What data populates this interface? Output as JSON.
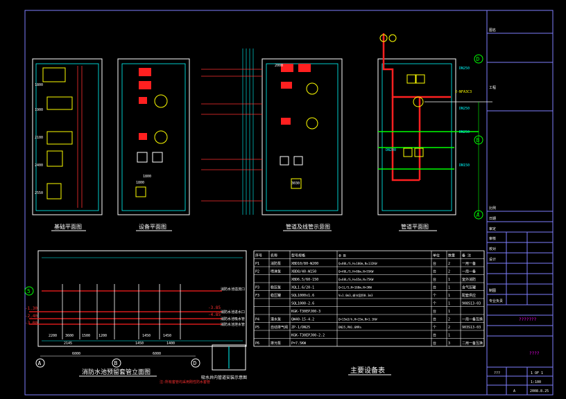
{
  "colors": {
    "background": "#000000",
    "frame": "#7f7fff",
    "pipe_red": "#ff2020",
    "cyan": "#00ffff",
    "yellow": "#ffff00",
    "green": "#00ff00",
    "magenta": "#ff00ff",
    "white": "#ffffff"
  },
  "plans": {
    "plan1_title": "基础平面图",
    "plan2_title": "设备平面图",
    "plan3_title": "管道及线管示意图",
    "plan4_title": "管道平面图"
  },
  "axis_labels": {
    "d": "D",
    "b": "B",
    "a": "A",
    "five": "5",
    "elev_a": "A",
    "elev_b": "B",
    "elev_d": "D"
  },
  "plan_dims": {
    "d1": "1800",
    "d2": "1900",
    "d3": "2100",
    "d4": "2400",
    "d5": "2550",
    "d6": "1800",
    "d7": "1800",
    "e1": "3030",
    "e2": "2000",
    "dn250a": "DN250",
    "dn250b": "DN250",
    "dn250c": "DN250",
    "nfa": "2-NFA3C3",
    "dn200": "DN200",
    "dn150": "DN150"
  },
  "elevation": {
    "title": "消防水池预留套管立面图",
    "subtitle": "吸水井内管道安装示意图",
    "note": "注:所有套管均采用刚性防水套管",
    "levels": [
      "-1.30",
      "-2.40",
      "-3.00",
      "-3.85",
      "-4.85"
    ],
    "dims": [
      "2200",
      "3600",
      "1500",
      "1200",
      "2145",
      "1450",
      "1450",
      "1450",
      "1400",
      "6000",
      "6000"
    ],
    "labels": [
      "消防水池溢流口",
      "消防水池进水口",
      "消防水池吸水管",
      "消防水池泄水管"
    ]
  },
  "table": {
    "title": "主要设备表",
    "headers": [
      "序号",
      "名称",
      "型号规格",
      "参 数",
      "单位",
      "数量",
      "备 注"
    ],
    "rows": [
      [
        "P1",
        "消防泵",
        "XBD10/80-W200",
        "Q=80L/S,H=100m,N=132KW",
        "台",
        "2",
        "一用一备"
      ],
      [
        "P2",
        "喷淋泵",
        "XBD8/40-W150",
        "Q=40L/S,H=80m,N=55KW",
        "台",
        "2",
        "一用一备"
      ],
      [
        "",
        "",
        "XBD6.5/60-150",
        "Q=60L/S,H=65m,N=75KW",
        "台",
        "1",
        "室外消防"
      ],
      [
        "P3",
        "稳压泵",
        "XQL1.6/20-1",
        "Q=1L/S,H=160m,N=3KW",
        "台",
        "1",
        "含气压罐"
      ],
      [
        "F3",
        "稳压罐",
        "SQL1000x1.6",
        "V=1.0m3,调节容积0.3m3",
        "个",
        "1",
        "配套供应"
      ],
      [
        "",
        "",
        "SQL1000-2.6",
        "",
        "个",
        "1",
        "908S13-03"
      ],
      [
        "",
        "",
        "KGK-T30EPJ00-3",
        "",
        "台",
        "1",
        ""
      ],
      [
        "P4",
        "潜水泵",
        "QW40-15-4.2",
        "Q=15m3/h,H=15m,N=1.1KW",
        "台",
        "2",
        "一用一备互换"
      ],
      [
        "P5",
        "自动排气阀",
        "ZP-1/DN25",
        "DN25,PN1.6MPa",
        "个",
        "2",
        "903S13-03"
      ],
      [
        "",
        "",
        "KGK-T30EPJ00-2.2",
        "",
        "台",
        "1",
        ""
      ],
      [
        "P6",
        "排污泵",
        "P=7.5KW",
        "",
        "台",
        "3",
        "二用一备互换"
      ]
    ]
  },
  "title_block": {
    "rows": [
      "图名",
      "工程",
      "比例",
      "日期",
      "审定",
      "审核",
      "校对",
      "设计",
      "制图",
      "专业负责"
    ],
    "project_name": "???????",
    "drawing_no": "????",
    "scale_label": "1:100",
    "date": "2008.8.25",
    "sheet": "1 OF 1",
    "code_a": "???",
    "code_b": "A"
  }
}
